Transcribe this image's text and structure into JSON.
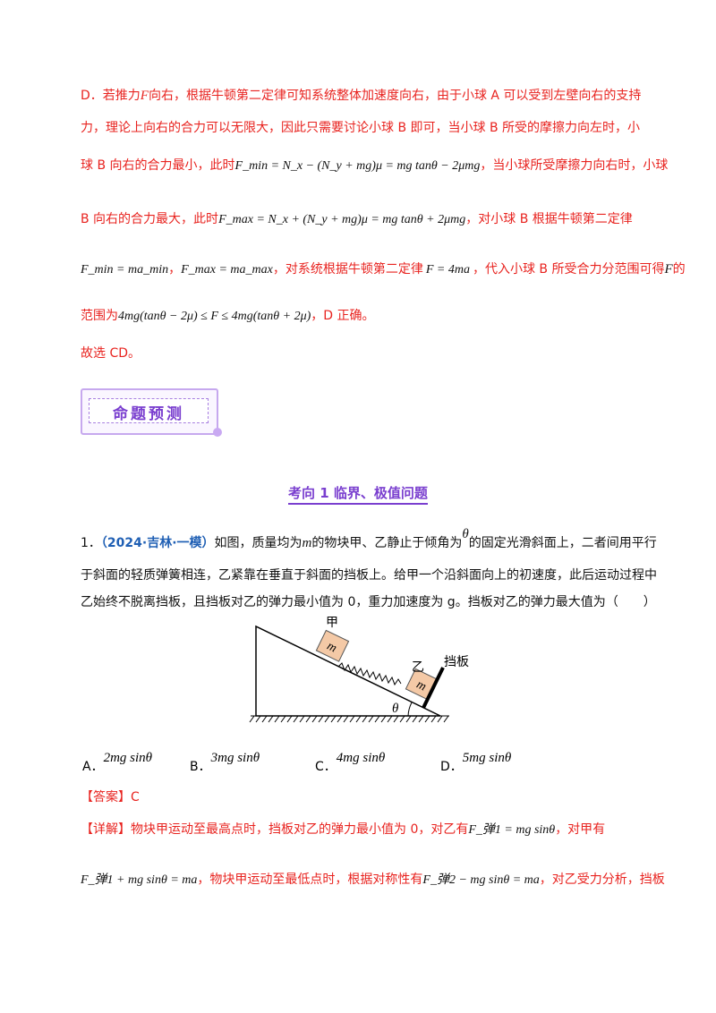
{
  "solution": {
    "line1": "D．若推力",
    "line1_F": "F",
    "line1_rest": "向右，根据牛顿第二定律可知系统整体加速度向右，由于小球 A 可以受到左壁向右的支持",
    "line2": "力，理论上向右的合力可以无限大，因此只需要讨论小球 B 即可，当小球 B 所受的摩擦力向左时，小",
    "line3_a": "球 B 向右的合力最小，此时",
    "line3_formula": "F_min = N_x − (N_y + mg)μ = mg tanθ − 2μmg",
    "line3_b": "，当小球所受摩擦力向右时，小球",
    "line4_a": "B 向右的合力最大，此时",
    "line4_formula": "F_max = N_x + (N_y + mg)μ = mg tanθ + 2μmg",
    "line4_b": "，对小球 B 根据牛顿第二定律",
    "line5_f1": "F_min = ma_min",
    "line5_comma": "，",
    "line5_f2": "F_max = ma_max",
    "line5_a": "，对系统根据牛顿第二定律",
    "line5_f3": "F = 4ma",
    "line5_b": "，代入小球 B 所受合力分范围可得",
    "line5_F": "F",
    "line5_c": "的",
    "line6_a": "范围为",
    "line6_formula": "4mg(tanθ − 2μ) ≤ F ≤ 4mg(tanθ + 2μ)",
    "line6_b": "，D 正确。",
    "line7": "故选 CD。"
  },
  "banner": {
    "title": "命题预测"
  },
  "section": {
    "title": "考向 1 临界、极值问题"
  },
  "question": {
    "number": "1．",
    "source": "（2024·吉林·一模）",
    "text1_a": "如图，质量均为",
    "m": "m",
    "text1_b": "的物块甲、乙静止于倾角为",
    "theta": "θ",
    "text1_c": "的固定光滑斜面上，二者间用平行",
    "text2": "于斜面的轻质弹簧相连，乙紧靠在垂直于斜面的挡板上。给甲一个沿斜面向上的初速度，此后运动过程中",
    "text3": "乙始终不脱离挡板，且挡板对乙的弹力最小值为 0，重力加速度为 g。挡板对乙的弹力最大值为（　　）"
  },
  "figure": {
    "label_jia": "甲",
    "label_yi": "乙",
    "label_board": "挡板",
    "label_m": "m",
    "label_theta": "θ",
    "block_color": "#f4c9a6"
  },
  "options": [
    {
      "letter": "A．",
      "formula": "2mg sinθ"
    },
    {
      "letter": "B．",
      "formula": "3mg sinθ"
    },
    {
      "letter": "C．",
      "formula": "4mg sinθ"
    },
    {
      "letter": "D．",
      "formula": "5mg sinθ"
    }
  ],
  "answer": {
    "label": "【答案】C"
  },
  "explanation": {
    "a": "【详解】物块甲运动至最高点时，挡板对乙的弹力最小值为 0，对乙有",
    "f1": "F_弹1 = mg sinθ",
    "b": "，对甲有",
    "f2": "F_弹1 + mg sinθ = ma",
    "c": "，物块甲运动至最低点时，根据对称性有",
    "f3": "F_弹2 − mg sinθ = ma",
    "d": "，对乙受力分析，挡板"
  }
}
